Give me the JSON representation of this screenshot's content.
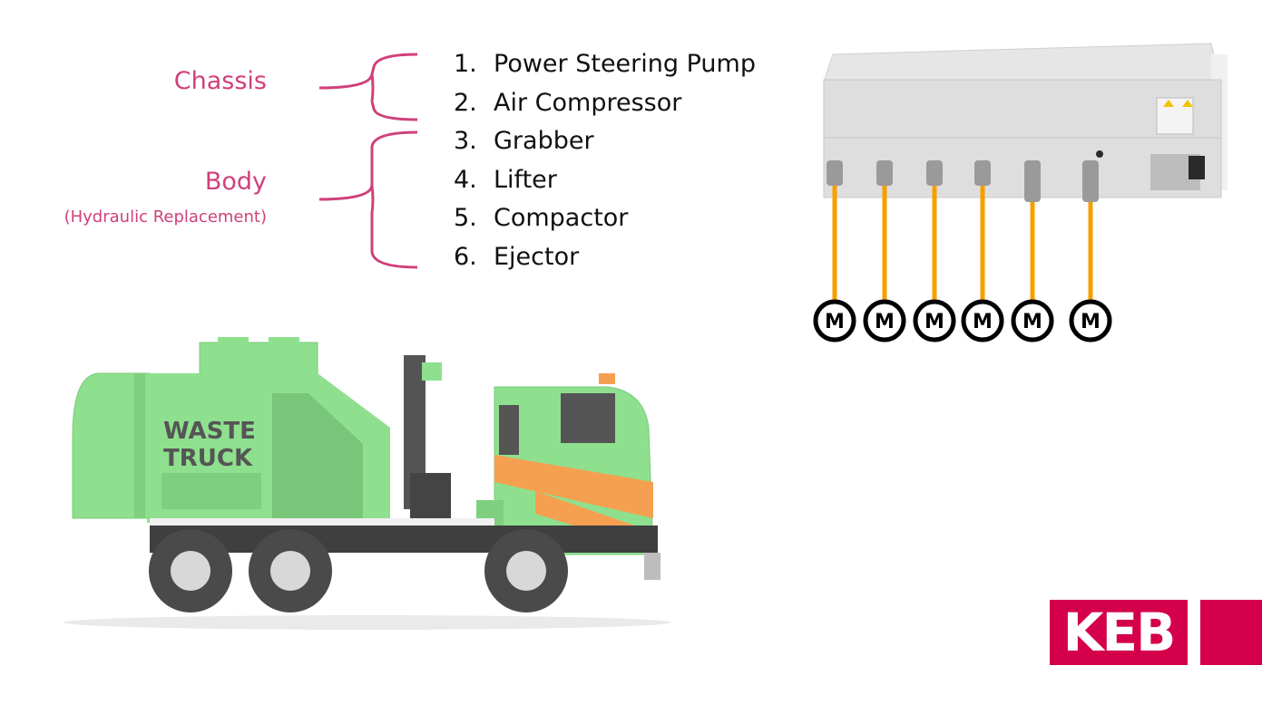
{
  "groups": {
    "chassis": {
      "label": "Chassis"
    },
    "body": {
      "label": "Body",
      "sublabel": "(Hydraulic Replacement)"
    }
  },
  "items": [
    {
      "num": "1.",
      "label": "Power Steering Pump"
    },
    {
      "num": "2.",
      "label": "Air Compressor"
    },
    {
      "num": "3.",
      "label": "Grabber"
    },
    {
      "num": "4.",
      "label": "Lifter"
    },
    {
      "num": "5.",
      "label": "Compactor"
    },
    {
      "num": "6.",
      "label": "Ejector"
    }
  ],
  "motors": [
    {
      "label": "M"
    },
    {
      "label": "M"
    },
    {
      "label": "M"
    },
    {
      "label": "M"
    },
    {
      "label": "M"
    },
    {
      "label": "M"
    }
  ],
  "truck": {
    "line1": "WASTE",
    "line2": "TRUCK"
  },
  "logo": {
    "text": "KEB"
  },
  "colors": {
    "accent_pink": "#d0407a",
    "cable_orange": "#f5a000",
    "truck_green": "#8ee08e",
    "logo_red": "#d4004b"
  }
}
